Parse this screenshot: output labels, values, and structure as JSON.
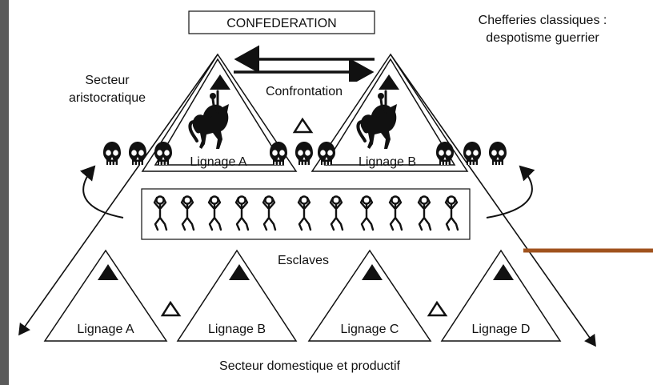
{
  "diagram": {
    "confederation": "CONFEDERATION",
    "chefferies_line1": "Chefferies classiques :",
    "chefferies_line2": "despotisme guerrier",
    "secteur_aristo_line1": "Secteur",
    "secteur_aristo_line2": "aristocratique",
    "confrontation": "Confrontation",
    "upper_lignage_a": "Lignage A",
    "upper_lignage_b": "Lignage B",
    "esclaves": "Esclaves",
    "lower_lignages": [
      "Lignage A",
      "Lignage B",
      "Lignage C",
      "Lignage D"
    ],
    "secteur_domestique": "Secteur domestique et productif"
  },
  "colors": {
    "left_border": "#5a5a5a",
    "connector_line": "#a0521d",
    "ink": "#111111"
  },
  "icons": [
    "skull-icon",
    "horse-rider-icon",
    "slave-figure-icon",
    "solid-triangle-icon",
    "hollow-triangle-icon"
  ]
}
